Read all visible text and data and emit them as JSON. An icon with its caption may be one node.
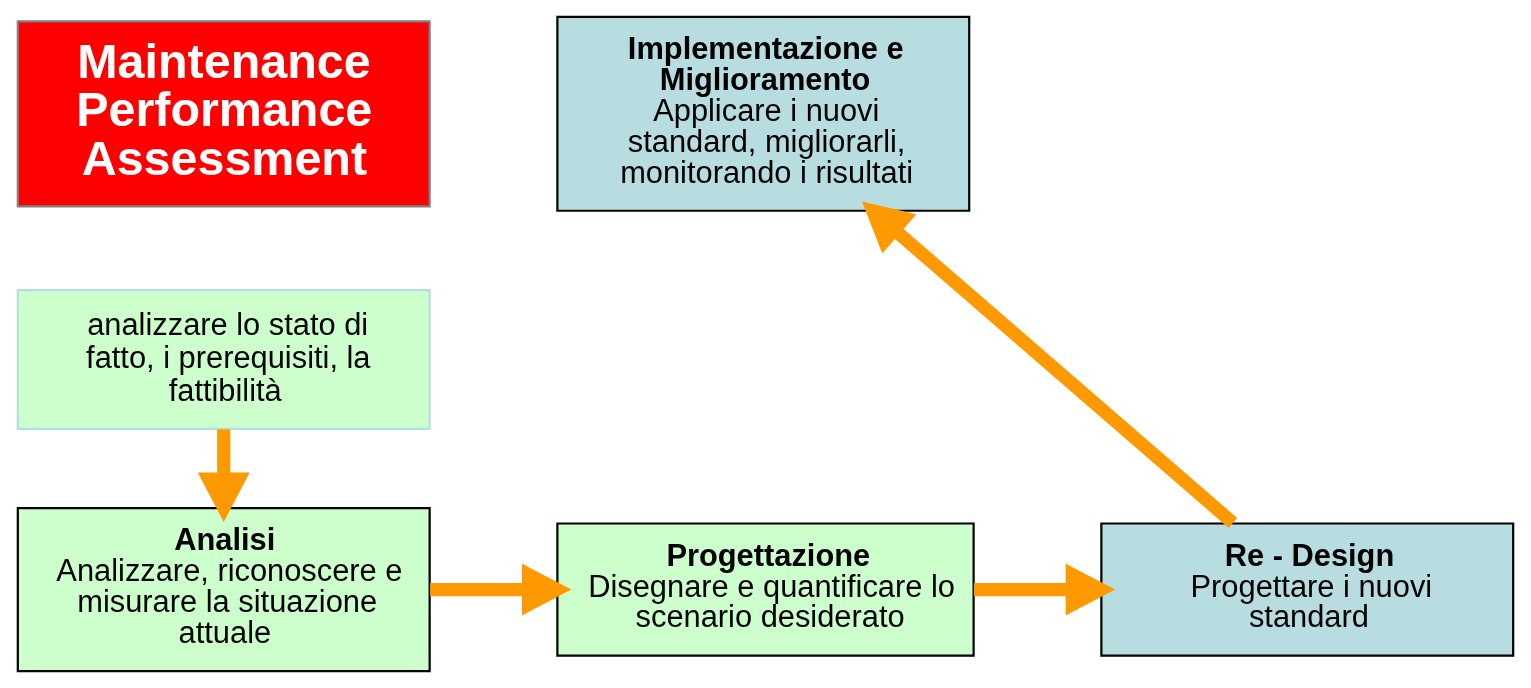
{
  "diagram": {
    "nodes": [
      {
        "text": [
          "Maintenance Performance Assessment"
        ]
      },
      {
        "text": [
          "analizzare lo stato di fatto, i prerequisiti, la fattibilità"
        ]
      },
      {
        "text": [
          "Analisi",
          "Analizzare, riconoscere e misurare la situazione attuale"
        ]
      },
      {
        "text": [
          "Progettazione",
          "Disegnare e quantificare lo scenario desiderato"
        ]
      },
      {
        "text": [
          "Re - Design",
          "Progettare i nuovi standard"
        ]
      },
      {
        "text": [
          "Implementazione e Miglioramento",
          "Applicare i nuovi standard, migliorarli, monitorando i risultati"
        ]
      }
    ],
    "edges": [
      {
        "from": 1,
        "to": 2,
        "arrow": "to"
      },
      {
        "from": 2,
        "to": 3,
        "arrow": "to"
      },
      {
        "from": 3,
        "to": 4,
        "arrow": "to"
      },
      {
        "from": 4,
        "to": 5,
        "arrow": "to"
      }
    ]
  }
}
